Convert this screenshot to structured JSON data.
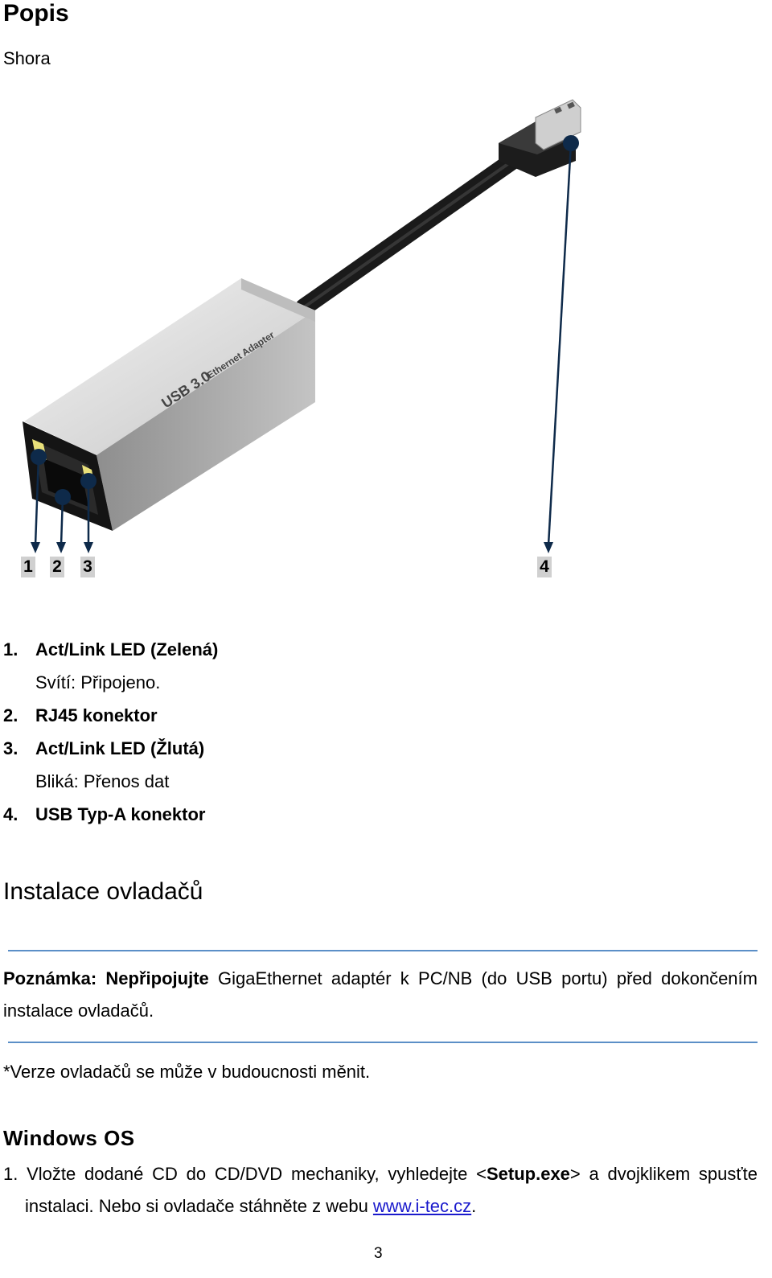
{
  "heading": "Popis",
  "subheading": "Shora",
  "figure": {
    "product_label_main": "USB 3.0",
    "product_label_sub": "Ethernet Adapter",
    "callouts": [
      "1",
      "2",
      "3",
      "4"
    ]
  },
  "features": [
    {
      "num": "1.",
      "label": "Act/Link LED (Zelená)",
      "detail": "Svítí: Připojeno."
    },
    {
      "num": "2.",
      "label": "RJ45 konektor",
      "detail": ""
    },
    {
      "num": "3.",
      "label": "Act/Link LED (Žlutá)",
      "detail": "Bliká: Přenos dat"
    },
    {
      "num": "4.",
      "label": "USB Typ-A konektor",
      "detail": ""
    }
  ],
  "install": {
    "title": "Instalace ovladačů",
    "note_label": "Poznámka:",
    "note_emph": "Nepřipojujte",
    "note_text": " GigaEthernet adaptér k PC/NB (do USB portu) před dokončením instalace ovladačů.",
    "version_note": "*Verze ovladačů se může v budoucnosti měnit."
  },
  "windows": {
    "title": "Windows OS",
    "step_num": "1.",
    "step_text_a": " Vložte dodané CD do CD/DVD mechaniky, vyhledejte <",
    "step_bold_a": "Setup.",
    "step_bold_b": "exe",
    "step_text_b": "> a dvojklikem spusťte instalaci. Nebo si ovladače stáhněte z webu ",
    "link": "www.i-tec.cz",
    "step_end": "."
  },
  "page_number": "3",
  "colors": {
    "rule": "#5b8fc7",
    "callout_bg": "#d0d0d0",
    "pointer": "#0e2a4a",
    "link": "#1a1acc"
  }
}
